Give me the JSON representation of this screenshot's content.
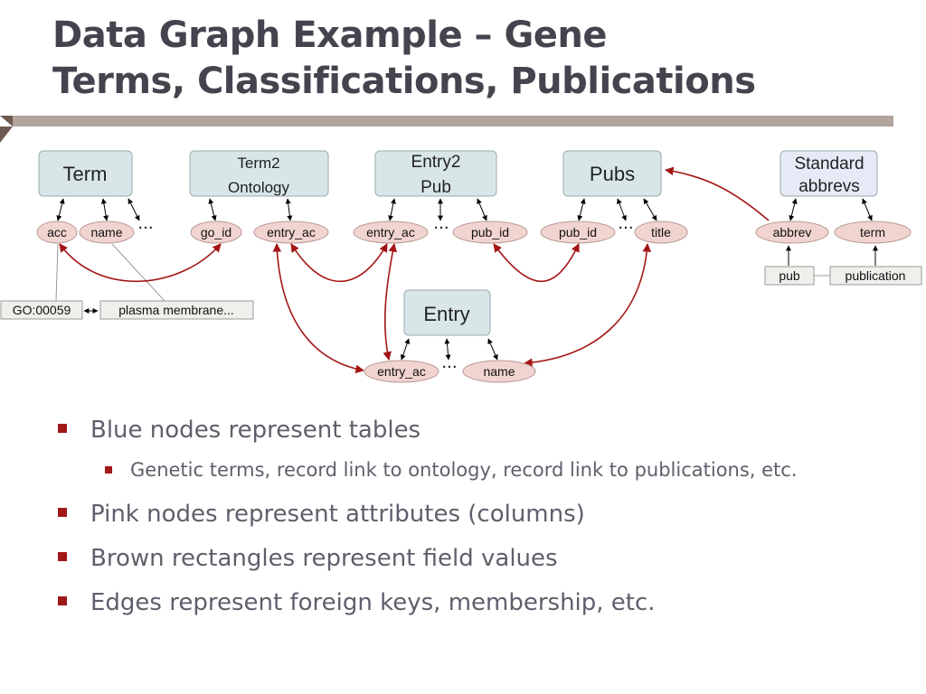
{
  "title": {
    "line1": "Data Graph Example – Gene",
    "line2": "Terms, Classifications, Publications"
  },
  "colors": {
    "table_fill": "#d8e6e8",
    "standard_fill": "#e6eaf6",
    "attr_fill": "#f1d4d0",
    "value_fill": "#f1efec",
    "fk_edge": "#a31515",
    "bullet": "#a01818",
    "rule": "#b0a49c"
  },
  "diagram": {
    "tables": {
      "term": "Term",
      "term2ontology_1": "Term2",
      "term2ontology_2": "Ontology",
      "entry2pub_1": "Entry2",
      "entry2pub_2": "Pub",
      "pubs": "Pubs",
      "standard_1": "Standard",
      "standard_2": "abbrevs",
      "entry": "Entry"
    },
    "attributes": {
      "acc": "acc",
      "name": "name",
      "go_id": "go_id",
      "t2o_entry_ac": "entry_ac",
      "e2p_entry_ac": "entry_ac",
      "e2p_pub_id": "pub_id",
      "pubs_pub_id": "pub_id",
      "title": "title",
      "abbrev": "abbrev",
      "term": "term",
      "entry_entry_ac": "entry_ac",
      "entry_name": "name"
    },
    "values": {
      "go": "GO:00059",
      "plasma": "plasma membrane...",
      "pub": "pub",
      "publication": "publication"
    },
    "ellipsis": "···"
  },
  "bullets": [
    {
      "text": "Blue nodes represent tables",
      "level": 1
    },
    {
      "text": "Genetic terms, record link to ontology, record link to publications, etc.",
      "level": 2
    },
    {
      "text": "Pink nodes represent attributes (columns)",
      "level": 1
    },
    {
      "text": "Brown rectangles represent field values",
      "level": 1
    },
    {
      "text": "Edges represent foreign keys, membership, etc.",
      "level": 1
    }
  ]
}
